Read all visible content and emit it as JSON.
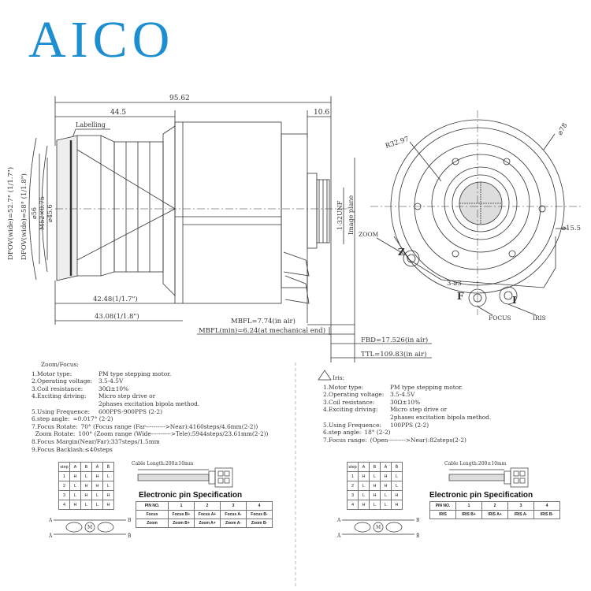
{
  "brand": {
    "logo": "AICO",
    "accent": "#1d8fd1"
  },
  "drawing": {
    "dims": {
      "total_length": "95.62",
      "front_length": "44.5",
      "rear_length": "10.6",
      "labelling": "Labelling",
      "dfov_wide_17": "DFOV(wide)=52.7° (1/1.7\")",
      "dfov_wide_18": "DFOV(wide)=58° (1/1.8\")",
      "dia_56": "⌀56",
      "dia_45_6": "⌀45.6",
      "thread_m52": "M52×0.75",
      "mount_thread": "1-32UNF",
      "image_plane": "Image plane",
      "len_17": "42.48(1/1.7\")",
      "len_18": "43.08(1/1.8\")",
      "mbfl": "MBFL=7.74(in air)",
      "mbfl_min": "MBFL(min)=6.24(at mechanical end)",
      "fbd": "FBD=17.526(in air)",
      "ttl": "TTL=109.83(in air)",
      "zoom": "ZOOM",
      "radius": "R32.97",
      "dia_78": "⌀78",
      "dia_15_5": "⌀15.5",
      "holes": "3-⌀3",
      "focus": "FOCUS",
      "iris": "IRIS",
      "letter_z": "Z",
      "letter_f": "F",
      "letter_i": "I"
    }
  },
  "zoom_focus": {
    "title": "Zoom/Focus:",
    "items": [
      {
        "k": "1.Motor type:",
        "v": "PM type stepping motor."
      },
      {
        "k": "2.Operating voltage:",
        "v": "3.5-4.5V"
      },
      {
        "k": "3.Coil resistance:",
        "v": "30Ω±10%"
      },
      {
        "k": "4.Exciting driving:",
        "v": "Micro step drive or"
      },
      {
        "k": "",
        "v": "2phases excitation bipola method."
      },
      {
        "k": "5.Using Frequence:",
        "v": "600PPS-900PPS (2-2)"
      },
      {
        "k": "6.step angle:",
        "v": "≈0.017° (2-2)"
      },
      {
        "k": "7.Focus Rotate:",
        "v": "70° (Focus range (Far---------->Near):4160steps/4.6mm(2-2))"
      },
      {
        "k": "  Zoom Rotate:",
        "v": "100° (Zoom range (Wide---------->Tele):5944steps/23.61mm(2-2))"
      },
      {
        "k": "8.Focus Margin(Near/Far):",
        "v": "337steps/1.5mm"
      },
      {
        "k": "9.Focus Backlash:",
        "v": "≤40steps"
      }
    ],
    "cable": "Cable Length:200±10mm",
    "pin_title": "Electronic pin Specification",
    "pin_header": [
      "PIN NO.",
      "1",
      "2",
      "3",
      "4"
    ],
    "pin_rows": [
      [
        "Focus",
        "Focus B+",
        "Focus A+",
        "Focus A-",
        "Focus B-"
      ],
      [
        "Zoom",
        "Zoom B+",
        "Zoom A+",
        "Zoom A-",
        "Zoom B-"
      ]
    ],
    "seq_header": [
      "step",
      "A",
      "B",
      "Ā",
      "B̄"
    ],
    "seq_rows": [
      [
        "1",
        "H",
        "L",
        "H",
        "L"
      ],
      [
        "2",
        "L",
        "H",
        "H",
        "L"
      ],
      [
        "3",
        "L",
        "H",
        "L",
        "H"
      ],
      [
        "4",
        "H",
        "L",
        "L",
        "H"
      ]
    ],
    "coil_labels": {
      "a": "A",
      "ab": "Ā",
      "b": "B",
      "bb": "B̄",
      "m": "M"
    }
  },
  "iris": {
    "title": "Iris:",
    "items": [
      {
        "k": "1.Motor type:",
        "v": "PM type stepping motor."
      },
      {
        "k": "2.Operating voltage:",
        "v": "3.5-4.5V"
      },
      {
        "k": "3.Coil resistance:",
        "v": "30Ω±10%"
      },
      {
        "k": "4.Exciting driving:",
        "v": "Micro step drive or"
      },
      {
        "k": "",
        "v": "2phases excitation bipola method."
      },
      {
        "k": "5.Using Frequence:",
        "v": "100PPS (2-2)"
      },
      {
        "k": "6.step angle:",
        "v": "18° (2-2)"
      },
      {
        "k": "7.Focus range:",
        "v": "(Open--------->Near):82steps(2-2)"
      }
    ],
    "cable": "Cable Length:200±10mm",
    "pin_title": "Electronic pin Specification",
    "pin_header": [
      "PIN NO.",
      "1",
      "2",
      "3",
      "4"
    ],
    "pin_rows": [
      [
        "IRIS",
        "IRIS B+",
        "IRIS A+",
        "IRIS A-",
        "IRIS B-"
      ]
    ],
    "seq_header": [
      "step",
      "A",
      "B",
      "Ā",
      "B̄"
    ],
    "seq_rows": [
      [
        "1",
        "H",
        "L",
        "H",
        "L"
      ],
      [
        "2",
        "L",
        "H",
        "H",
        "L"
      ],
      [
        "3",
        "L",
        "H",
        "L",
        "H"
      ],
      [
        "4",
        "H",
        "L",
        "L",
        "H"
      ]
    ],
    "coil_labels": {
      "a": "A",
      "ab": "Ā",
      "b": "B",
      "bb": "B̄",
      "m": "M"
    }
  }
}
